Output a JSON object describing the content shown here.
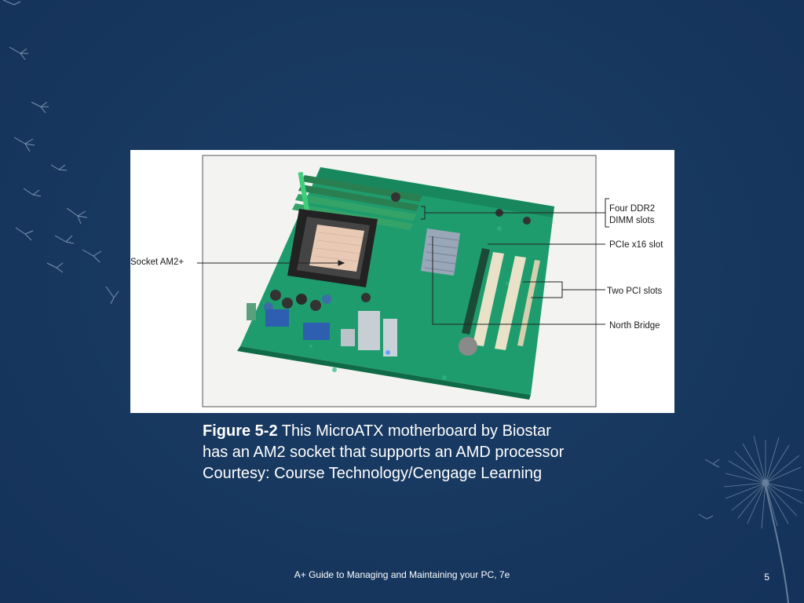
{
  "figure": {
    "labels": {
      "dimm": [
        "Four DDR2",
        "DIMM slots"
      ],
      "pcie": "PCIe x16 slot",
      "socket": "Socket AM2+",
      "pci": "Two PCI slots",
      "northbridge": "North Bridge"
    }
  },
  "caption": {
    "figure_number": "Figure 5-2",
    "line1_rest": " This MicroATX motherboard by Biostar",
    "line2": "has an AM2 socket that supports an AMD processor",
    "line3": "Courtesy: Course Technology/Cengage Learning"
  },
  "footer": {
    "title": "A+ Guide to Managing and Maintaining your PC, 7e",
    "page_number": "5"
  },
  "colors": {
    "background": "#17375e",
    "pcb": "#1f9c6e",
    "text": "#ffffff"
  }
}
